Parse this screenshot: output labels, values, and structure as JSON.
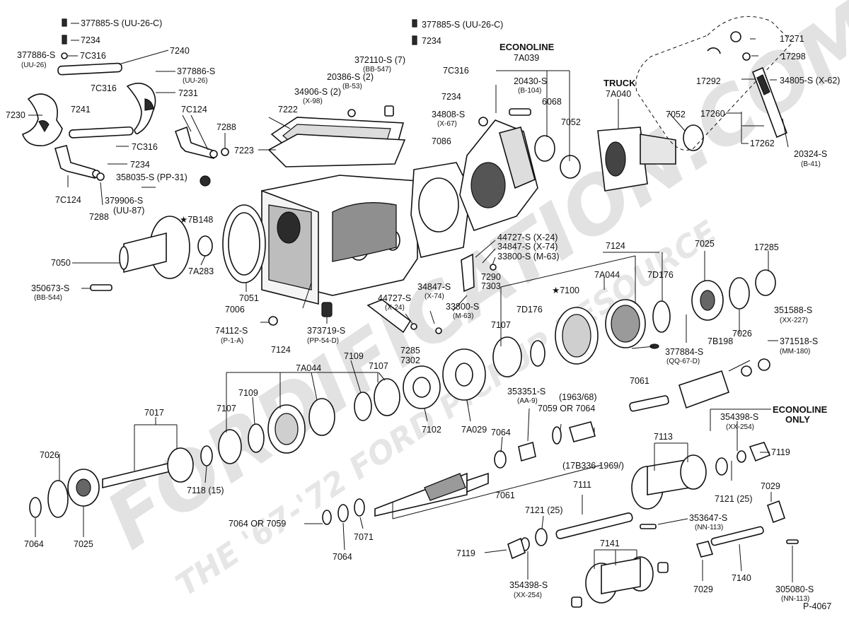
{
  "figure_id": "P-4067",
  "watermark": {
    "main": "FORDIFICATION.COM",
    "sub": "THE '67-'72 FORD PICKUP RESOURCE"
  },
  "headers": {
    "econoline_top": "ECONOLINE",
    "truck": "TRUCK",
    "econoline_only_1": "ECONOLINE",
    "econoline_only_2": "ONLY"
  },
  "callouts": {
    "c377885_1": "377885-S (UU-26-C)",
    "c7234_1": "7234",
    "c377886_1": "377886-S",
    "c377886_1s": "(UU-26)",
    "c7c316_1": "7C316",
    "c7240": "7240",
    "c377886_2": "377886-S",
    "c377886_2s": "(UU-26)",
    "c7c316_2": "7C316",
    "c7231": "7231",
    "c7230": "7230",
    "c7241": "7241",
    "c7c124_1": "7C124",
    "c7288_1": "7288",
    "c7c316_3": "7C316",
    "c7234_2": "7234",
    "c358035": "358035-S (PP-31)",
    "c7c124_2": "7C124",
    "c7288_2": "7288",
    "c379906": "379906-S",
    "c379906s": "(UU-87)",
    "c7b148": "★7B148",
    "c7222": "7222",
    "c7223": "7223",
    "c34906": "34906-S (2)",
    "c34906s": "(X-98)",
    "c20386": "20386-S (2)",
    "c20386s": "(B-53)",
    "c372110": "372110-S (7)",
    "c372110s": "(BB-547)",
    "c377885_2": "377885-S (UU-26-C)",
    "c7234_3": "7234",
    "c7c316_4": "7C316",
    "c7234_4": "7234",
    "c7a039": "7A039",
    "c20430": "20430-S",
    "c20430s": "(B-104)",
    "c6068": "6068",
    "c34808": "34808-S",
    "c34808s": "(X-67)",
    "c7052_1": "7052",
    "c7086": "7086",
    "c7a040": "7A040",
    "c7052_2": "7052",
    "c17271": "17271",
    "c17298": "17298",
    "c17292": "17292",
    "c34805": "34805-S (X-62)",
    "c17260": "17260",
    "c17262": "17262",
    "c20324": "20324-S",
    "c20324s": "(B-41)",
    "c7050": "7050",
    "c7a283": "7A283",
    "c350673": "350673-S",
    "c350673s": "(BB-544)",
    "c7051": "7051",
    "c7006": "7006",
    "c74112": "74112-S",
    "c74112s": "(P-1-A)",
    "c373719": "373719-S",
    "c373719s": "(PP-54-D)",
    "c44727_1": "44727-S (X-24)",
    "c34847_1": "34847-S (X-74)",
    "c33800_1": "33800-S (M-63)",
    "c7290": "7290",
    "c7303": "7303",
    "c44727_2": "44727-S",
    "c44727_2s": "(X-24)",
    "c34847_2": "34847-S",
    "c34847_2s": "(X-74)",
    "c33800_2": "33800-S",
    "c33800_2s": "(M-63)",
    "c7285": "7285",
    "c7302": "7302",
    "c7124_1": "7124",
    "c7a044_1": "7A044",
    "c7d176_1": "7D176",
    "c7025_1": "7025",
    "c17285": "17285",
    "c7100": "★7100",
    "c7d176_2": "7D176",
    "c7107_1": "7107",
    "c7026_1": "7026",
    "c351588": "351588-S",
    "c351588s": "(XX-227)",
    "c377884": "377884-S",
    "c377884s": "(QQ-67-D)",
    "c7b198": "7B198",
    "c371518": "371518-S",
    "c371518s": "(MM-180)",
    "c7124_2": "7124",
    "c7109_1": "7109",
    "c7a044_2": "7A044",
    "c7109_2": "7109",
    "c7107_2": "7107",
    "c7107_3": "7107",
    "c7017": "7017",
    "c353351": "353351-S",
    "c353351s": "(AA-9)",
    "c1963": "(1963/68)",
    "c7059_7064": "7059 OR 7064",
    "c7102": "7102",
    "c7a029": "7A029",
    "c7064_1": "7064",
    "c17b336": "(17B336-1969/)",
    "c7061_1": "7061",
    "c354398_1": "354398-S",
    "c354398_1s": "(XX-254)",
    "c7119_1": "7119",
    "c7026_2": "7026",
    "c7118": "7118 (15)",
    "c7061_2": "7061",
    "c7113": "7113",
    "c7121_1": "7121 (25)",
    "c7029_1": "7029",
    "c7111": "7111",
    "c7121_2": "7121 (25)",
    "c353647": "353647-S",
    "c353647s": "(NN-113)",
    "c7064_or_7059": "7064 OR 7059",
    "c7071": "7071",
    "c7064_2": "7064",
    "c7064_3": "7064",
    "c7025_2": "7025",
    "c7119_2": "7119",
    "c354398_2": "354398-S",
    "c354398_2s": "(XX-254)",
    "c7141": "7141",
    "c7029_2": "7029",
    "c7140": "7140",
    "c305080": "305080-S",
    "c305080s": "(NN-113)"
  }
}
